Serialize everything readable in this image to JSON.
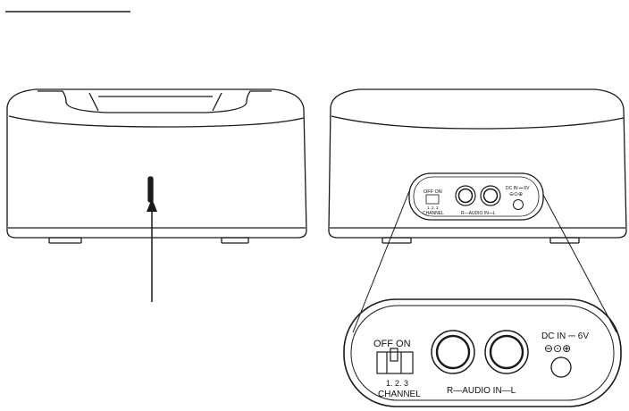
{
  "colors": {
    "line": "#1a1a1a",
    "background": "#ffffff"
  },
  "small_panel": {
    "switch_top_label": "OFF ON",
    "switch_numbers": "1. 2. 3",
    "switch_caption": "CHANNEL",
    "audio_label": "R—AUDIO  IN—L",
    "dc_label": "DC IN ⎓ 6V"
  },
  "large_panel": {
    "switch_top_label": "OFF ON",
    "switch_numbers": "1. 2. 3",
    "switch_caption": "CHANNEL",
    "audio_label": "R—AUDIO  IN—L",
    "dc_label": "DC IN ⎓ 6V"
  }
}
